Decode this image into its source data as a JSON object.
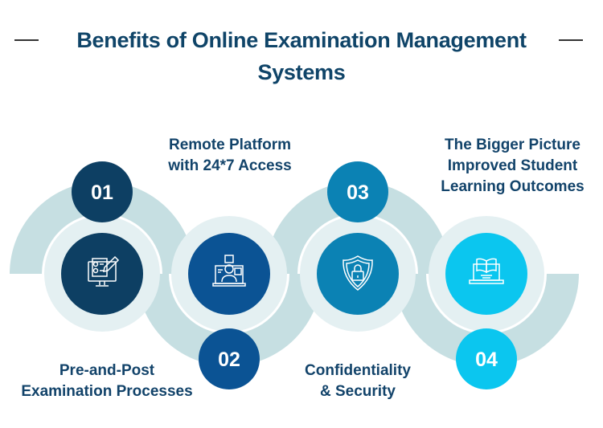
{
  "header": {
    "title_line1": "Benefits of Online Examination Management",
    "title_line2": "Systems"
  },
  "colors": {
    "outer_band": "#c6dfe2",
    "inner_ring": "#e4f0f2",
    "step1": "#0d3f63",
    "step2": "#0b5394",
    "step3": "#0b82b4",
    "step4": "#0bc6ef",
    "text": "#12436a"
  },
  "steps": [
    {
      "number": "01",
      "label": "Pre-and-Post\nExamination Processes",
      "icon": "monitor-checklist-pencil-icon"
    },
    {
      "number": "02",
      "label": "Remote Platform\nwith 24*7 Access",
      "icon": "laptop-remote-user-icon"
    },
    {
      "number": "03",
      "label": "Confidentiality\n& Security",
      "icon": "shield-lock-icon"
    },
    {
      "number": "04",
      "label": "The Bigger Picture\nImproved Student\nLearning Outcomes",
      "icon": "laptop-book-icon"
    }
  ]
}
